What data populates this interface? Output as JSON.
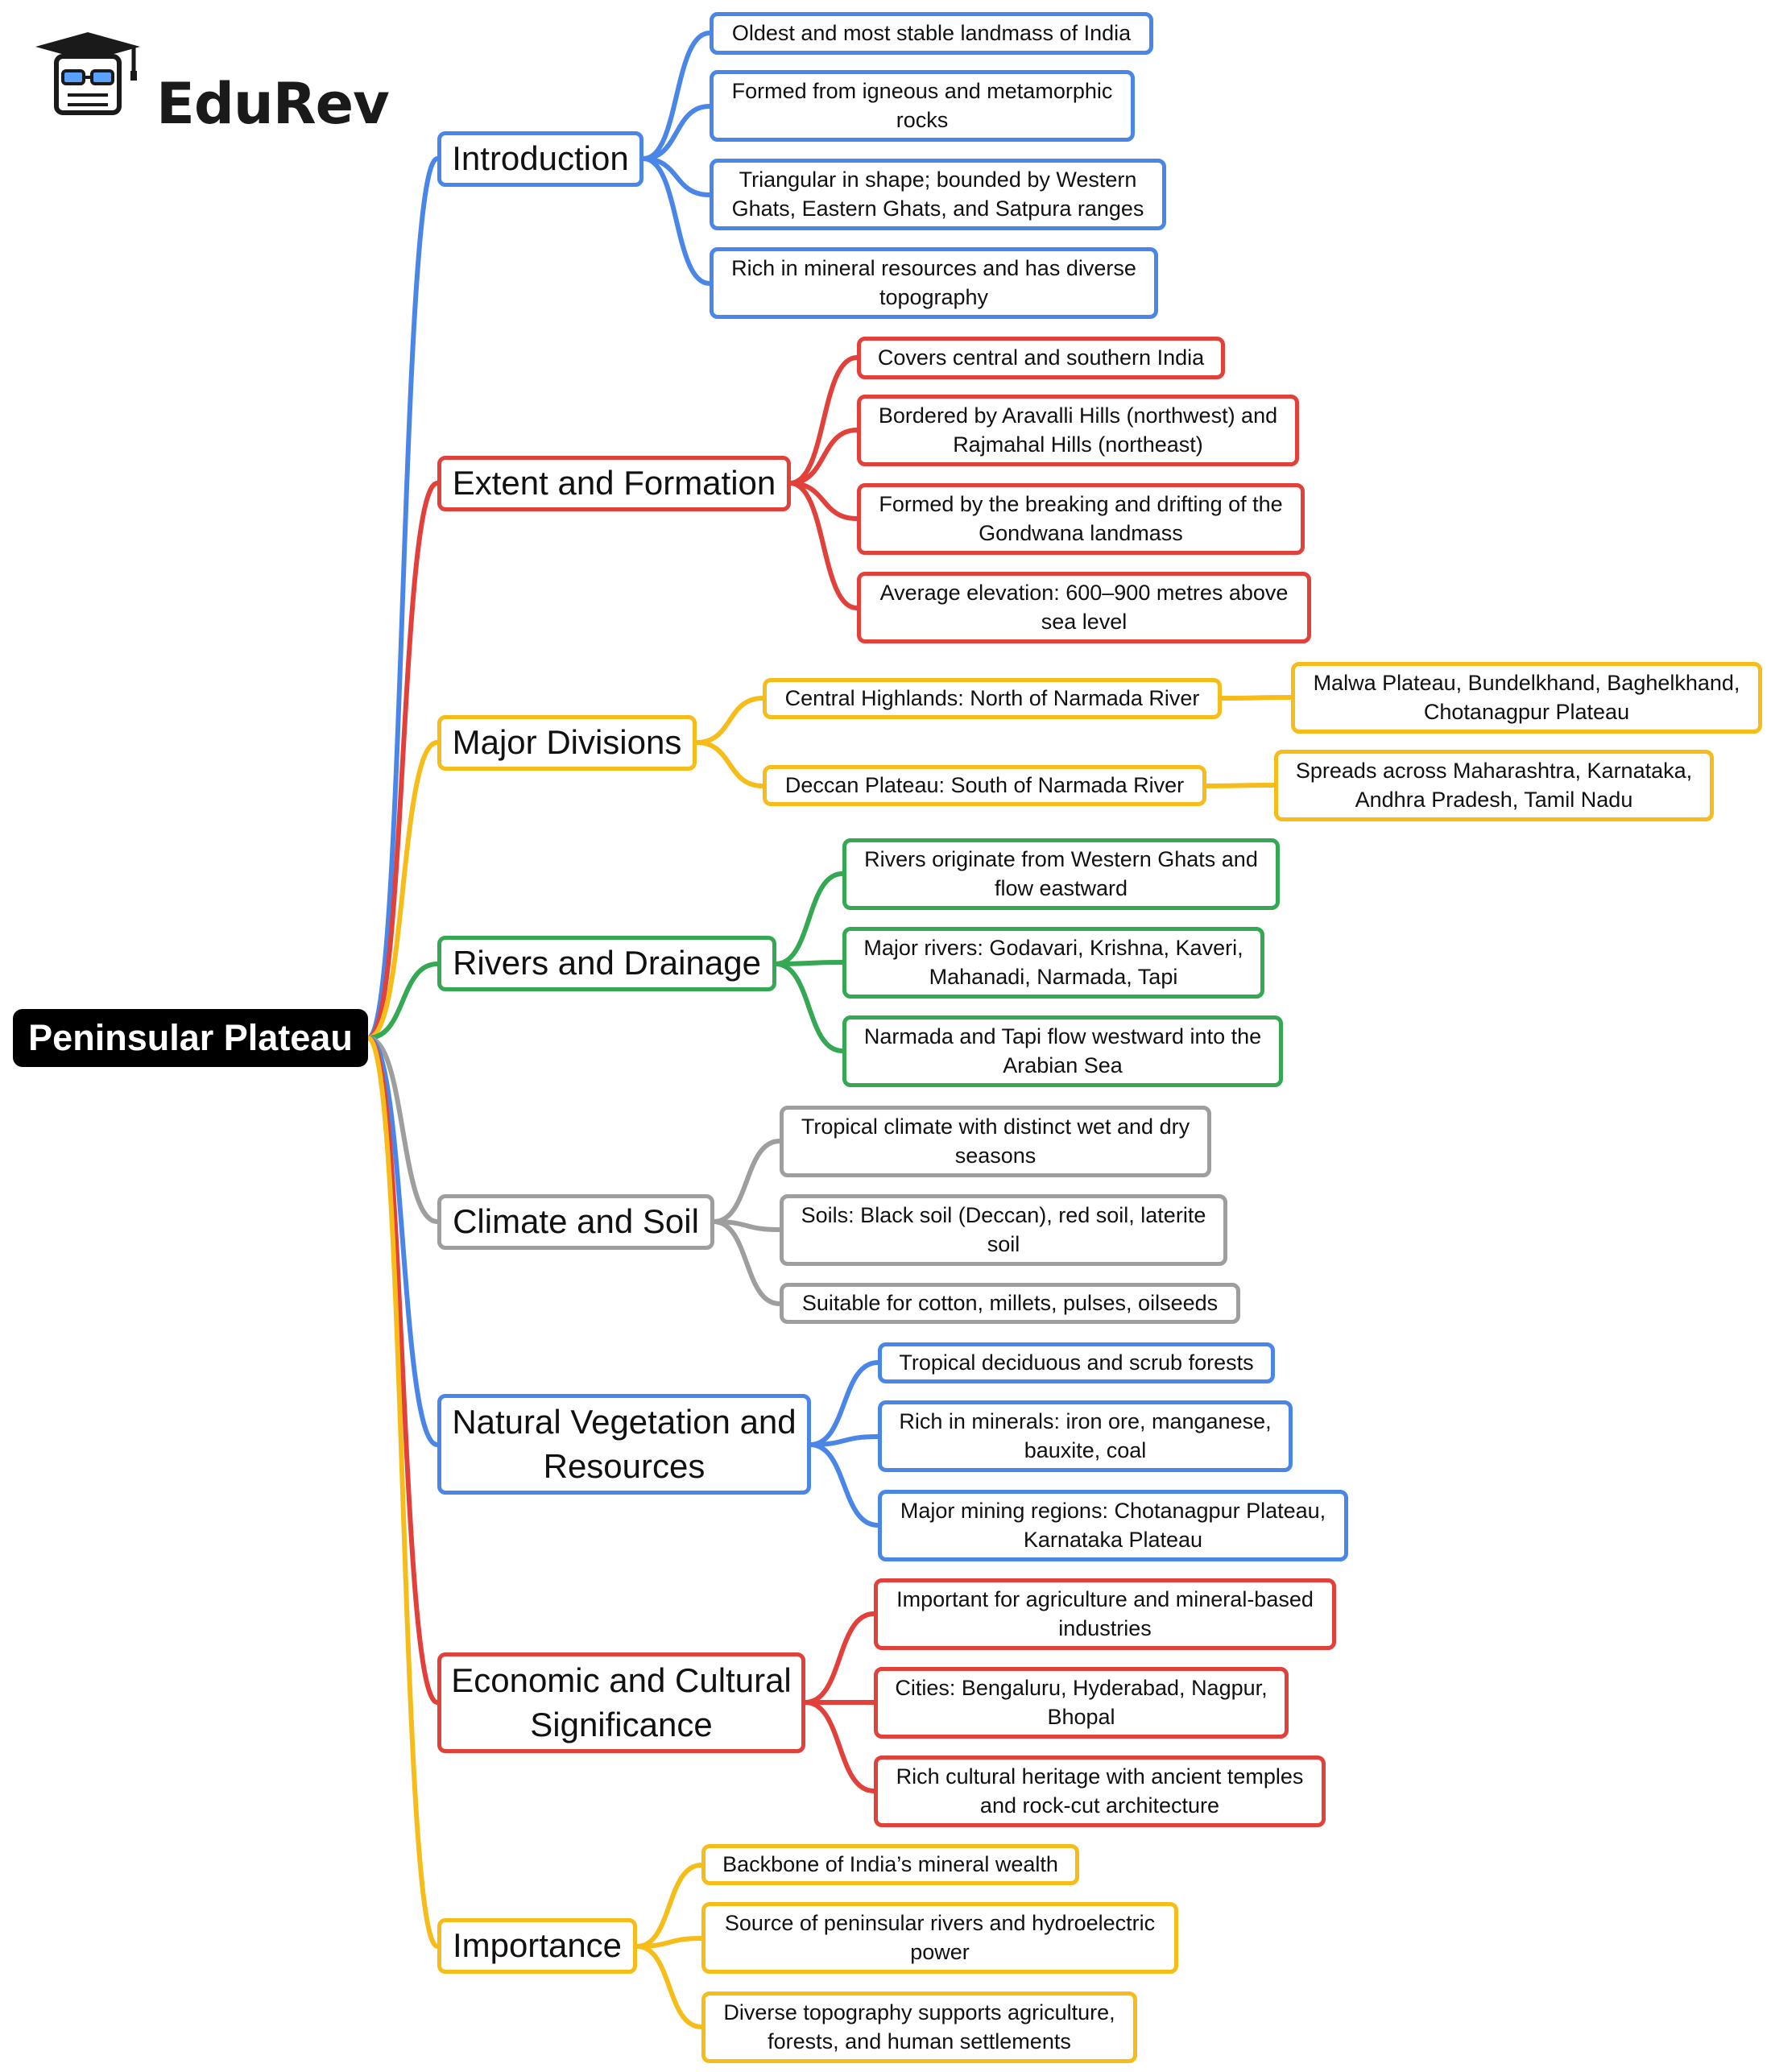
{
  "brand": {
    "name": "EduRev",
    "icon": "graduation-cap-icon"
  },
  "colors": {
    "blue": "#4A86E8",
    "red": "#E2403A",
    "yellow": "#F6BD1A",
    "green": "#34A853",
    "gray": "#9E9E9E"
  },
  "root": {
    "label": "Peninsular Plateau"
  },
  "branches": [
    {
      "label": "Introduction",
      "color": "blue",
      "children": [
        {
          "label": "Oldest and most stable landmass of India"
        },
        {
          "label": "Formed from igneous and metamorphic\nrocks"
        },
        {
          "label": "Triangular in shape; bounded by Western\nGhats, Eastern Ghats, and Satpura ranges"
        },
        {
          "label": "Rich in mineral resources and has diverse\ntopography"
        }
      ]
    },
    {
      "label": "Extent and Formation",
      "color": "red",
      "children": [
        {
          "label": "Covers central and southern India"
        },
        {
          "label": "Bordered by Aravalli Hills (northwest) and\nRajmahal Hills (northeast)"
        },
        {
          "label": "Formed by the breaking and drifting of the\nGondwana landmass"
        },
        {
          "label": "Average elevation: 600–900 metres above\nsea level"
        }
      ]
    },
    {
      "label": "Major Divisions",
      "color": "yellow",
      "children": [
        {
          "label": "Central Highlands: North of Narmada River",
          "children": [
            {
              "label": "Malwa Plateau, Bundelkhand, Baghelkhand,\nChotanagpur Plateau"
            }
          ]
        },
        {
          "label": "Deccan Plateau: South of Narmada River",
          "children": [
            {
              "label": "Spreads across Maharashtra, Karnataka,\nAndhra Pradesh, Tamil Nadu"
            }
          ]
        }
      ]
    },
    {
      "label": "Rivers and Drainage",
      "color": "green",
      "children": [
        {
          "label": "Rivers originate from Western Ghats and\nflow eastward"
        },
        {
          "label": "Major rivers: Godavari, Krishna, Kaveri,\nMahanadi, Narmada, Tapi"
        },
        {
          "label": "Narmada and Tapi flow westward into the\nArabian Sea"
        }
      ]
    },
    {
      "label": "Climate and Soil",
      "color": "gray",
      "children": [
        {
          "label": "Tropical climate with distinct wet and dry\nseasons"
        },
        {
          "label": "Soils: Black soil (Deccan), red soil, laterite\nsoil"
        },
        {
          "label": "Suitable for cotton, millets, pulses, oilseeds"
        }
      ]
    },
    {
      "label": "Natural Vegetation and\nResources",
      "color": "blue",
      "children": [
        {
          "label": "Tropical deciduous and scrub forests"
        },
        {
          "label": "Rich in minerals: iron ore, manganese,\nbauxite, coal"
        },
        {
          "label": "Major mining regions: Chotanagpur Plateau,\nKarnataka Plateau"
        }
      ]
    },
    {
      "label": "Economic and Cultural\nSignificance",
      "color": "red",
      "children": [
        {
          "label": "Important for agriculture and mineral-based\nindustries"
        },
        {
          "label": "Cities: Bengaluru, Hyderabad, Nagpur,\nBhopal"
        },
        {
          "label": "Rich cultural heritage with ancient temples\nand rock-cut architecture"
        }
      ]
    },
    {
      "label": "Importance",
      "color": "yellow",
      "children": [
        {
          "label": "Backbone of India’s mineral wealth"
        },
        {
          "label": "Source of peninsular rivers and hydroelectric\npower"
        },
        {
          "label": "Diverse topography supports agriculture,\nforests, and human settlements"
        }
      ]
    }
  ]
}
